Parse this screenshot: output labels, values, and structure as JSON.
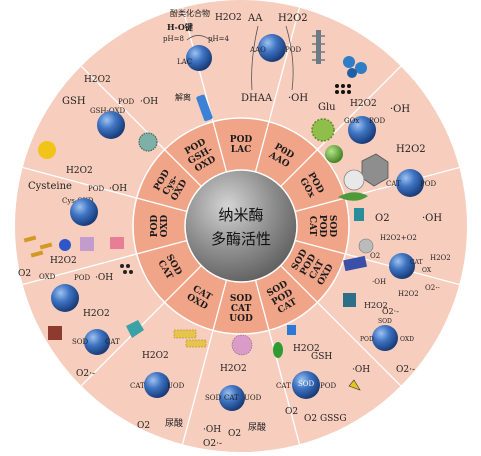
{
  "center": {
    "line1": "纳米酶",
    "line2": "多酶活性"
  },
  "inner_ring": [
    {
      "lines": [
        "POD",
        "LAC"
      ]
    },
    {
      "lines": [
        "P0D",
        "AAO"
      ]
    },
    {
      "lines": [
        "POD",
        "GOx"
      ]
    },
    {
      "lines": [
        "SOD",
        "POD",
        "CAT"
      ]
    },
    {
      "lines": [
        "SOD",
        "POD",
        "CAT",
        "OXD"
      ]
    },
    {
      "lines": [
        "SOD",
        "POD",
        "CAT"
      ]
    },
    {
      "lines": [
        "SOD",
        "CAT",
        "UOD"
      ]
    },
    {
      "lines": [
        "CAT",
        "OXD"
      ]
    },
    {
      "lines": [
        "SOD",
        "CAT"
      ]
    },
    {
      "lines": [
        "POD",
        "OXD"
      ]
    },
    {
      "lines": [
        "POD",
        "Cys-",
        "OXD"
      ]
    },
    {
      "lines": [
        "POD",
        "GSH-",
        "OXD"
      ]
    }
  ],
  "sectors": {
    "lac": {
      "h2o2": "H2O2",
      "phenol": "酚类化合物",
      "bond": "H-O键",
      "ph8": "pH=8",
      "ph4": "pH=4",
      "enzyme": "LAC",
      "release": "解离"
    },
    "aao": {
      "aa": "AA",
      "h2o2": "H2O2",
      "aao": "AAO",
      "pod": "POD",
      "dhaa": "DHAA",
      "oh": "·OH"
    },
    "gox": {
      "glu": "Glu",
      "h2o2": "H2O2",
      "gox": "GOx",
      "pod": "POD",
      "oh": "·OH"
    },
    "r4": {
      "h2o2": "H2O2",
      "cat": "CAT",
      "pod": "POD",
      "o2": "O2",
      "oh": "·OH"
    },
    "r5": {
      "h2o2_o2": "H2O2+O2",
      "cat": "CAT",
      "o2": "O2",
      "h2o2": "H2O2",
      "oh": "·OH",
      "ox": "OX",
      "h2o": "H2O2",
      "o2r": "O2·-"
    },
    "r6": {
      "h2o2": "H2O2",
      "sod": "SOD",
      "pod": "POD",
      "oxd": "OXD",
      "o2r": "O2·-",
      "oh": "·OH"
    },
    "r7": {
      "h2o2": "H2O2",
      "gsh": "GSH",
      "cat": "CAT",
      "sod": "SOD",
      "pod": "POD",
      "o2": "O2",
      "gssg": "O2 GSSG"
    },
    "r8": {
      "h2o2": "H2O2",
      "sod": "SOD",
      "cat": "CAT",
      "uod": "UOD",
      "oh": "·OH",
      "o2": "O2",
      "urea": "尿酸",
      "o2r": "O2·-"
    },
    "r9": {
      "h2o2": "H2O2",
      "cat": "CAT",
      "uod": "UOD",
      "o2": "O2",
      "urea": "尿酸"
    },
    "r10": {
      "h2o2": "H2O2",
      "sod": "SOD",
      "cat": "CAT",
      "o2": "O2·-"
    },
    "r11": {
      "h2o2": "H2O2",
      "oxd": "OXD",
      "pod": "POD",
      "o2": "O2",
      "oh": "·OH"
    },
    "r12": {
      "h2o2": "H2O2",
      "cysteine": "Cysteine",
      "pod": "POD",
      "oxd": "Cys-OXD",
      "oh": "·OH"
    },
    "r13": {
      "h2o2": "H2O2",
      "gsh": "GSH",
      "pod": "POD",
      "oxd": "GSH-OXD",
      "oh": "·OH"
    }
  },
  "colors": {
    "outer_ring": "#f6c6b4",
    "mid_ring": "#f2a98f",
    "inner_ring": "#ec9071",
    "center": "#8e8e8e",
    "bead": "#2b5ea8"
  }
}
